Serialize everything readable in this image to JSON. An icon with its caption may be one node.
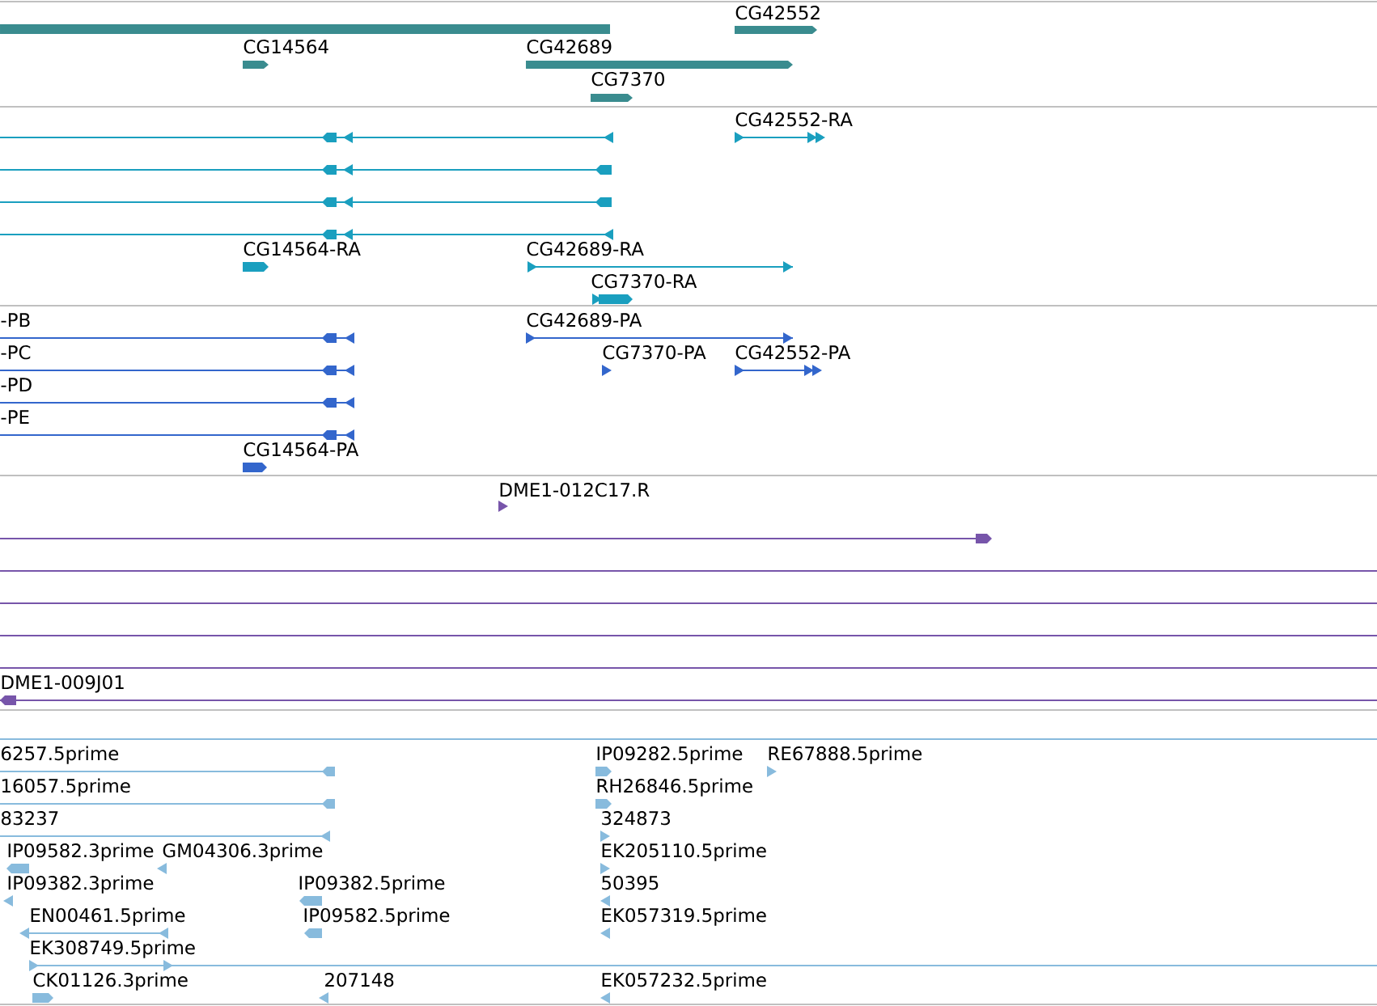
{
  "diagram": {
    "labels": [
      "CG42552",
      "CG14564",
      "CG42689",
      "CG7370",
      "CG42552-RA",
      "CG14564-RA",
      "CG42689-RA",
      "CG7370-RA",
      "-PB",
      "CG42689-PA",
      "-PC",
      "CG7370-PA",
      "CG42552-PA",
      "-PD",
      "-PE",
      "CG14564-PA",
      "DME1-012C17.R",
      "DME1-009J01",
      "6257.5prime",
      "IP09282.5prime",
      "RE67888.5prime",
      "16057.5prime",
      "RH26846.5prime",
      "83237",
      "324873",
      "IP09582.3prime",
      "GM04306.3prime",
      "EK205110.5prime",
      "IP09382.3prime",
      "IP09382.5prime",
      "50395",
      "EN00461.5prime",
      "IP09582.5prime",
      "EK057319.5prime",
      "EK308749.5prime",
      "CK01126.3prime",
      "207148",
      "EK057232.5prime"
    ]
  }
}
